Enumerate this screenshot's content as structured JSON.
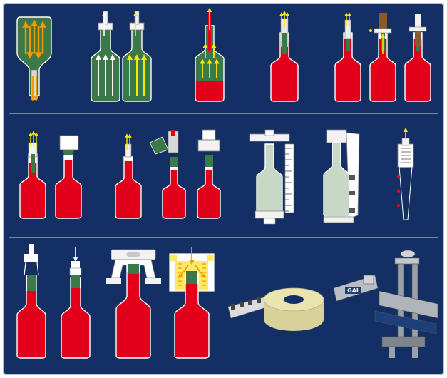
{
  "colors": {
    "background": "#132f63",
    "divider": "#d7dbe6",
    "wine": "#e3001b",
    "glass_green": "#3b7a48",
    "glass_light": "#c8d8c6",
    "arrow_yellow": "#ffe600",
    "arrow_orange": "#f39a00",
    "arrow_white": "#ffffff",
    "label_roll": "#e9e4b0",
    "machine_gray": "#9aa0a8",
    "cork_brown": "#8a5a2b"
  },
  "rows": [
    {
      "name": "row-rinsing-filling-corking",
      "steps": [
        {
          "id": "bottle-rinse-inverted",
          "icon": "inverted-bottle-rinse-icon"
        },
        {
          "id": "bottle-pair-rinse-vent",
          "icon": "bottle-pair-airflow-icon"
        },
        {
          "id": "bottle-fill-start",
          "icon": "bottle-filling-icon"
        },
        {
          "id": "bottle-filled-valve",
          "icon": "filled-bottle-valve-icon"
        },
        {
          "id": "bottle-cork-sequence",
          "icon": "cork-insertion-icon"
        }
      ]
    },
    {
      "name": "row-capping-measuring",
      "steps": [
        {
          "id": "bottle-vacuum-cap",
          "icon": "vacuum-capping-icon"
        },
        {
          "id": "bottle-screw-cap",
          "icon": "screw-capping-icon"
        },
        {
          "id": "bottle-level-gauge",
          "icon": "level-gauge-icon"
        },
        {
          "id": "bottle-clamp-gauge",
          "icon": "clamp-gauge-icon"
        },
        {
          "id": "nozzle-detail",
          "icon": "filling-nozzle-icon"
        }
      ]
    },
    {
      "name": "row-sealing-labeling",
      "steps": [
        {
          "id": "bottle-crown-press",
          "icon": "crown-press-icon"
        },
        {
          "id": "bottle-wide-capper",
          "icon": "wide-capper-icon"
        },
        {
          "id": "bottle-heat-seal",
          "icon": "heat-seal-icon"
        },
        {
          "id": "label-roll",
          "icon": "label-roll-icon"
        },
        {
          "id": "labeling-machine",
          "icon": "labeling-machine-icon"
        }
      ]
    }
  ],
  "logo_text": "GAI"
}
